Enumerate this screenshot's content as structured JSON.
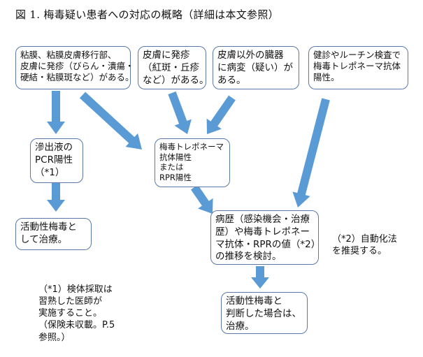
{
  "title": "図 1.  梅毒疑い患者への対応の概略（詳細は本文参照）",
  "boxes": {
    "mucosa": [
      "粘膜、粘膜皮膚移行部、",
      "皮膚に発疹（びらん・潰瘍・",
      "硬結・粘膜斑など）がある。"
    ],
    "rash": [
      "皮膚に発疹",
      "（紅斑・丘疹",
      "など）がある。"
    ],
    "organ": [
      "皮膚以外の臓器",
      "に病変（疑い）が",
      "ある。"
    ],
    "checkup": [
      "健診やルーチン検査で",
      "梅毒トレポネーマ抗体",
      "陽性。"
    ],
    "pcr": [
      "滲出液の",
      "PCR陽性",
      "（*1）"
    ],
    "antibody": [
      "梅毒トレポネーマ",
      "抗体陽性",
      "または",
      "RPR陽性"
    ],
    "active_treat": [
      "活動性梅毒と",
      "して治療。"
    ],
    "history": [
      "病歴（感染機会・治療",
      "歴）や梅毒トレポネー",
      "マ抗体・RPRの値（*2）",
      "の推移を検討。"
    ],
    "judge": [
      "活動性梅毒と",
      "判断した場合は、",
      "治療。"
    ]
  },
  "notes": {
    "note1": [
      "（*1）検体採取は",
      "習熟した医師が",
      "実施すること。",
      "（保険未収載。P.5",
      "参照。）"
    ],
    "note2": [
      "（*2）自動化法",
      "を推奨する。"
    ]
  },
  "colors": {
    "arrow": "#5b9bd5",
    "box_border": "#5b78a6"
  }
}
